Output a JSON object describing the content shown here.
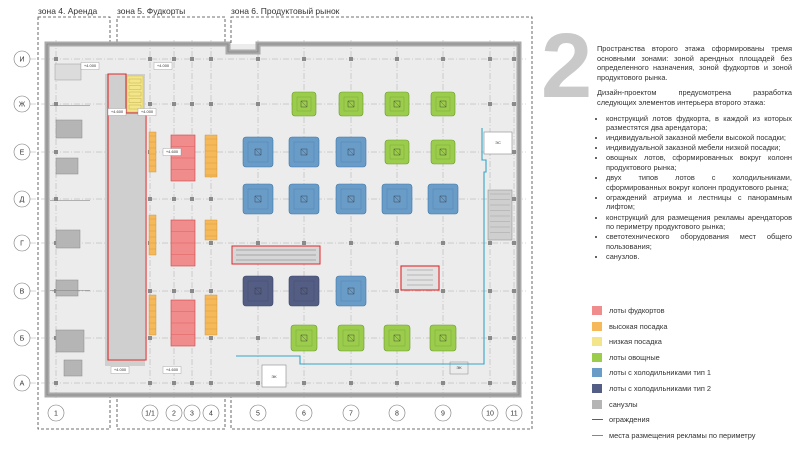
{
  "zones": [
    {
      "label": "зона 4. Аренда"
    },
    {
      "label": "зона 5. Фудкорты"
    },
    {
      "label": "зона 6. Продуктовый рынок"
    }
  ],
  "rows": [
    "И",
    "Ж",
    "Е",
    "Д",
    "Г",
    "В",
    "Б",
    "А"
  ],
  "columns": [
    "1",
    "1/1",
    "2",
    "3",
    "4",
    "5",
    "6",
    "7",
    "8",
    "9",
    "10",
    "11"
  ],
  "level_marks": [
    "+4.000",
    "+4.000",
    "+4.600",
    "+4.600",
    "+4.000",
    "+4.600",
    "+4.000"
  ],
  "room_labels": [
    "ЭС",
    "ЭК",
    "ЭК"
  ],
  "big_number": "2",
  "intro": {
    "paragraph1": "Пространства второго этажа сформированы тремя основными зонами: зоной арендных площадей без определенного назначения, зоной фудкортов и зоной продуктового рынка.",
    "paragraph2": "Дизайн-проектом предусмотрена разработка следующих элементов интерьера второго этажа:",
    "bullets": [
      "конструкций лотов фудкорта, в каждой из которых разместятся два арендатора;",
      "индивидуальной заказной мебели высокой посадки;",
      "индивидуальной заказной мебели низкой посадки;",
      "овощных лотов, сформированных вокруг колонн продуктового рынка;",
      "двух типов лотов с холодильниками, сформированных вокруг колонн продуктового рынка;",
      "ограждений атриума и лестницы с панорамным лифтом;",
      "конструкций для размещения рекламы арендаторов по периметру продуктового рынка;",
      "светотехнического оборудования мест общего пользования;",
      "санузлов."
    ]
  },
  "legend": [
    {
      "label": "лоты фудкортов",
      "color": "#f08c8c",
      "kind": "swatch"
    },
    {
      "label": "высокая посадка",
      "color": "#f5b95a",
      "kind": "swatch"
    },
    {
      "label": "низкая посадка",
      "color": "#f2e58a",
      "kind": "swatch"
    },
    {
      "label": "лоты овощные",
      "color": "#9bcc4c",
      "kind": "swatch"
    },
    {
      "label": "лоты с холодильниками тип 1",
      "color": "#6a9cc8",
      "kind": "swatch"
    },
    {
      "label": "лоты с холодильниками тип 2",
      "color": "#545e84",
      "kind": "swatch"
    },
    {
      "label": "санузлы",
      "color": "#b5b5b5",
      "kind": "swatch"
    },
    {
      "label": "ограждения",
      "color": "#e0282a",
      "kind": "line"
    },
    {
      "label": "места размещения рекламы по периметру",
      "color": "#33a6c8",
      "kind": "line"
    }
  ],
  "colors": {
    "food_lot": "#f08c8c",
    "high_seating": "#f5b95a",
    "low_seating": "#f2e58a",
    "veg_lot": "#9bcc4c",
    "fridge_type1": "#6a9cc8",
    "fridge_type2": "#545e84",
    "toilets": "#b5b5b5",
    "fence": "#e0282a",
    "ad_perimeter": "#33a6c8"
  }
}
